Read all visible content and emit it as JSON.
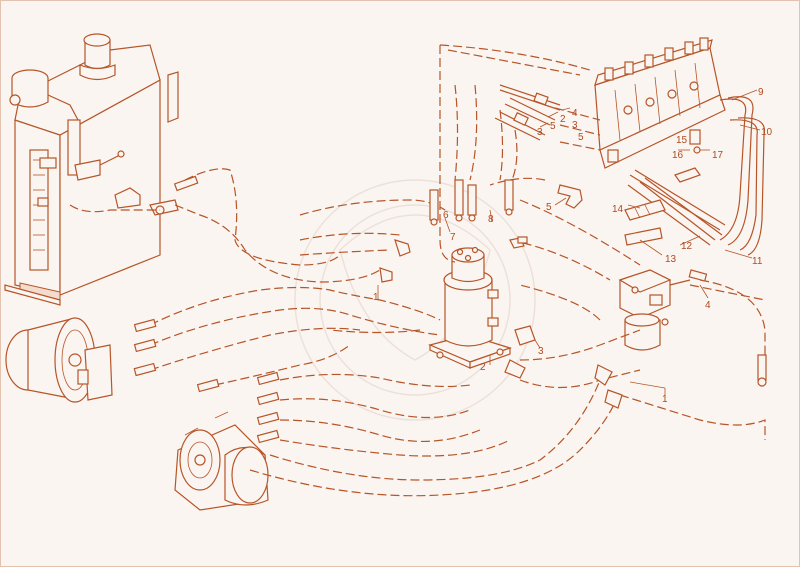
{
  "callouts": {
    "n1a": "1",
    "n2a": "2",
    "n3a": "3",
    "n4a": "4",
    "n5a": "5",
    "n3b": "3",
    "n5b": "5",
    "n15": "15",
    "n16": "16",
    "n17": "17",
    "n9": "9",
    "n10": "10",
    "n5c": "5",
    "n6": "6",
    "n7": "7",
    "n8": "8",
    "n14": "14",
    "n12": "12",
    "n13": "13",
    "n11": "11",
    "n4b": "4",
    "n1b": "1",
    "n2b": "2",
    "n3c": "3",
    "n1c": "1"
  },
  "colors": {
    "line": "#b65528",
    "background": "#fbf5f1",
    "label": "#b04a20"
  }
}
